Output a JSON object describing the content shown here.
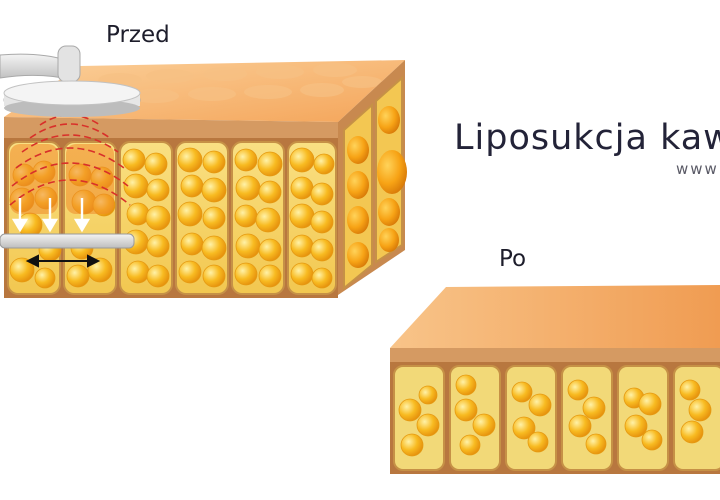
{
  "labels": {
    "before": "Przed",
    "after": "Po"
  },
  "title": {
    "text": "Liposukcja kaw",
    "website": "www"
  },
  "colors": {
    "skin_top": "#f5b36a",
    "skin_side": "#c98a55",
    "fat_cell": "#f7b51c",
    "fat_cell_light": "#fde29a",
    "compartment": "#f6d36b",
    "septum": "#c99a52",
    "heat_wave": "#d8302a",
    "probe": "#d4d4d4",
    "arrow": "#ffffff",
    "motion_arrow": "#111111"
  },
  "icons": {
    "ultrasound_head": "ultrasound-probe-icon",
    "cannula": "cannula-icon",
    "motion": "double-arrow-icon",
    "pressure": "down-arrow-icon"
  }
}
